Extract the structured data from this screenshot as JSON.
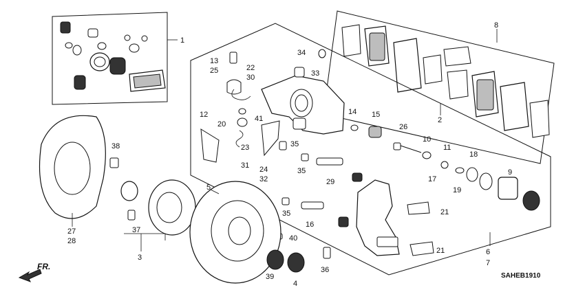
{
  "diagram_code": "SAHEB1910",
  "direction_label": "FR.",
  "part_labels": {
    "p1": "1",
    "p3": "3",
    "p4": "4",
    "p5": "5",
    "p6": "6",
    "p7": "7",
    "p8": "8",
    "p9": "9",
    "p10": "10",
    "p11": "11",
    "p12": "12",
    "p13": "13",
    "p14": "14",
    "p15": "15",
    "p16": "16",
    "p17": "17",
    "p18": "18",
    "p19": "19",
    "p20": "20",
    "p21a": "21",
    "p21b": "21",
    "p22": "22",
    "p23": "23",
    "p24": "24",
    "p25": "25",
    "p26": "26",
    "p27": "27",
    "p28": "28",
    "p29": "29",
    "p30": "30",
    "p31": "31",
    "p32": "32",
    "p33": "33",
    "p34": "34",
    "p35a": "35",
    "p35b": "35",
    "p35c": "35",
    "p36": "36",
    "p37": "37",
    "p38": "38",
    "p39": "39",
    "p40": "40",
    "p41": "41",
    "p2": "2"
  }
}
